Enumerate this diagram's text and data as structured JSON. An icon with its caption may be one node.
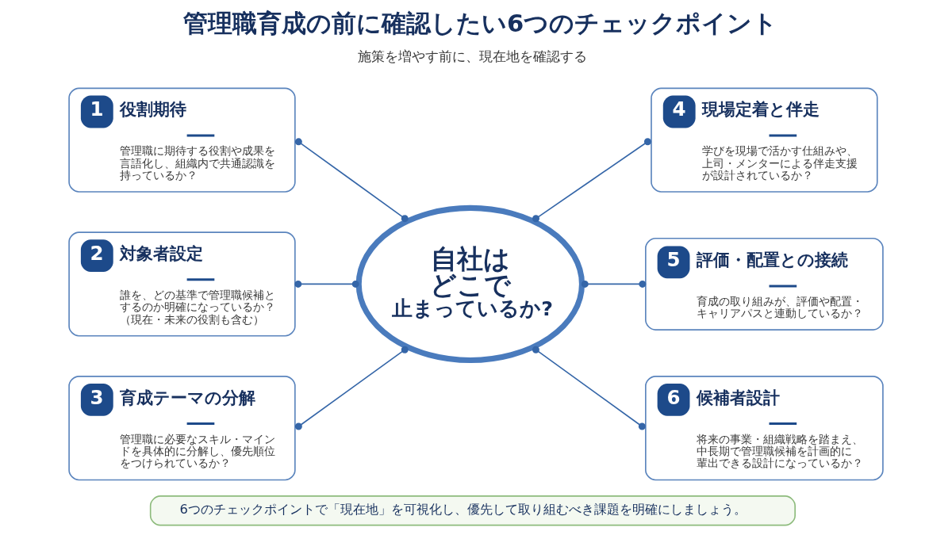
{
  "diagram": {
    "title": "管理職育成の前に確認したい6つのチェックポイント",
    "nodes": [
      {
        "text": [
          "1",
          "役割期待",
          "管理職に期待する役割や成果を言語化し、組織内で共通認識を持っているか？"
        ]
      },
      {
        "text": [
          "2",
          "対象者設定",
          "誰を、どの基準で管理職候補とするのか明確になっているか？（現在・未来の役割も含む）"
        ]
      },
      {
        "text": [
          "3",
          "育成テーマの分解",
          "管理職に必要なスキル・マインドを具体的に分解し、優先順位をつけられているか？"
        ]
      },
      {
        "text": [
          "自社はどこで止まっているか?"
        ]
      },
      {
        "text": [
          "4",
          "現場定着と伴走",
          "学びを現場で活かす仕組みや、上司・メンターによる伴走支援が設計されているか？"
        ]
      },
      {
        "text": [
          "5",
          "評価・配置との接続",
          "育成の取り組みが、評価や配置・キャリアパスと連動しているか？"
        ]
      },
      {
        "text": [
          "6",
          "候補者設計",
          "将来の事業・組織戦略を踏まえ、中長期で管理職候補を計画的に輩出できる設計になっているか？"
        ]
      },
      {
        "text": [
          "6つのチェックポイントで「現在地」を可視化し、優先して取り組むべき課題を明確にしましょう。"
        ]
      }
    ],
    "edges": [
      {
        "from": 0,
        "to": 3,
        "arrow": "other"
      },
      {
        "from": 1,
        "to": 3,
        "arrow": "other"
      },
      {
        "from": 2,
        "to": 3,
        "arrow": "other"
      },
      {
        "from": 3,
        "to": 4,
        "arrow": "other"
      },
      {
        "from": 3,
        "to": 5,
        "arrow": "other"
      },
      {
        "from": 3,
        "to": 6,
        "arrow": "other"
      }
    ],
    "labels": [
      "施策を増やす前に、現在地を確認する"
    ]
  }
}
